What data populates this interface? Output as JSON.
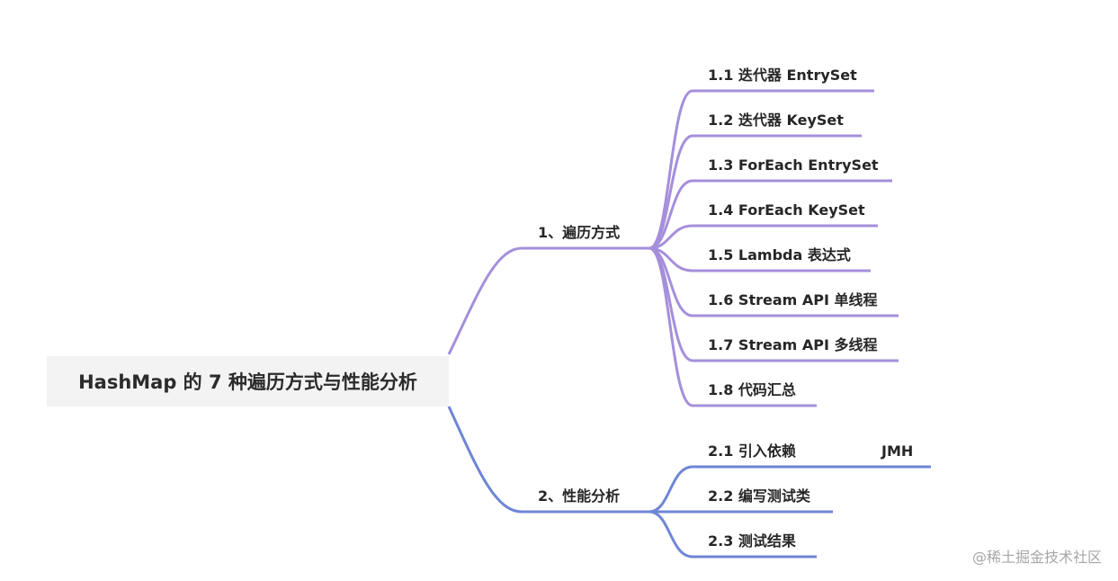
{
  "root": {
    "title": "HashMap 的 7 种遍历方式与性能分析"
  },
  "branches": [
    {
      "label": "1、遍历方式",
      "color": "#a58fdb",
      "children": [
        {
          "label": "1.1 迭代器 EntrySet"
        },
        {
          "label": "1.2 迭代器 KeySet"
        },
        {
          "label": "1.3 ForEach EntrySet"
        },
        {
          "label": "1.4 ForEach KeySet"
        },
        {
          "label": "1.5 Lambda 表达式"
        },
        {
          "label": "1.6 Stream API 单线程"
        },
        {
          "label": "1.7 Stream API 多线程"
        },
        {
          "label": "1.8 代码汇总"
        }
      ]
    },
    {
      "label": "2、性能分析",
      "color": "#6f86d6",
      "children": [
        {
          "label": "2.1 引入依赖",
          "child": "JMH"
        },
        {
          "label": "2.2 编写测试类"
        },
        {
          "label": "2.3 测试结果"
        }
      ]
    }
  ],
  "watermark": "@稀土掘金技术社区"
}
